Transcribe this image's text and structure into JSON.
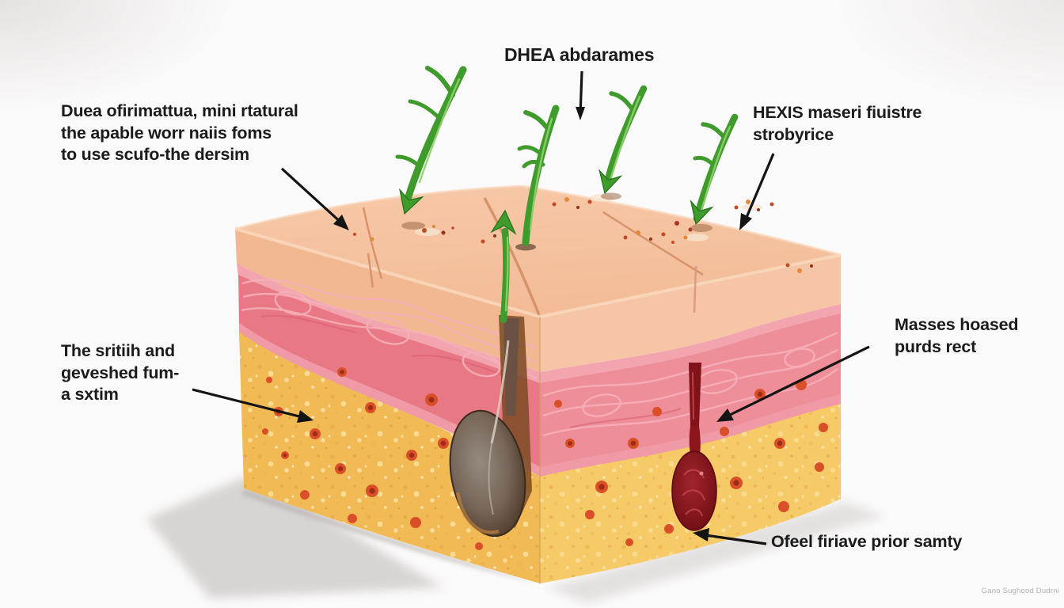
{
  "figure": {
    "title_note": "3D skin cross-section anatomy model with sprouting hairs, follicles and annotation labels",
    "labels": {
      "top_center": {
        "text": "DHEA abdarames"
      },
      "top_left": {
        "lines": [
          "Duea ofirimattua, mini rtatural",
          "the apable worr naiis foms",
          "to use scufo-the dersim"
        ]
      },
      "top_right": {
        "lines": [
          "HEXIS maseri fiuistre",
          "strobyrice"
        ]
      },
      "mid_left": {
        "lines": [
          "The sritiih and",
          "geveshed fum-",
          "a sxtim"
        ]
      },
      "mid_right": {
        "lines": [
          "Masses hoased",
          "purds rect"
        ]
      },
      "bottom": {
        "text": "Ofeel firiave prior samty"
      }
    },
    "watermark": "Gano Sughood Dudrni",
    "colors": {
      "background": "#fbfafa",
      "epidermis_top": "#f5c4a3",
      "epidermis_front": "#f2b892",
      "epidermis_right": "#f6c5a6",
      "band_pink": "#f2a5ae",
      "band_pink2": "#ef9aa6",
      "dermis": "#e87884",
      "dermis_right": "#ee8e99",
      "fat": "#f1ba55",
      "fat_right": "#f6ca67",
      "sprout_green": "#3f9b2c",
      "sprout_dark": "#25701a",
      "follicle_brown": "#6b5144",
      "follicle_red": "#8c161c",
      "dot_red": "#d94f28",
      "leader": "#141414",
      "label_text": "#1b1b1b",
      "shadow": "#d2cecd"
    }
  }
}
